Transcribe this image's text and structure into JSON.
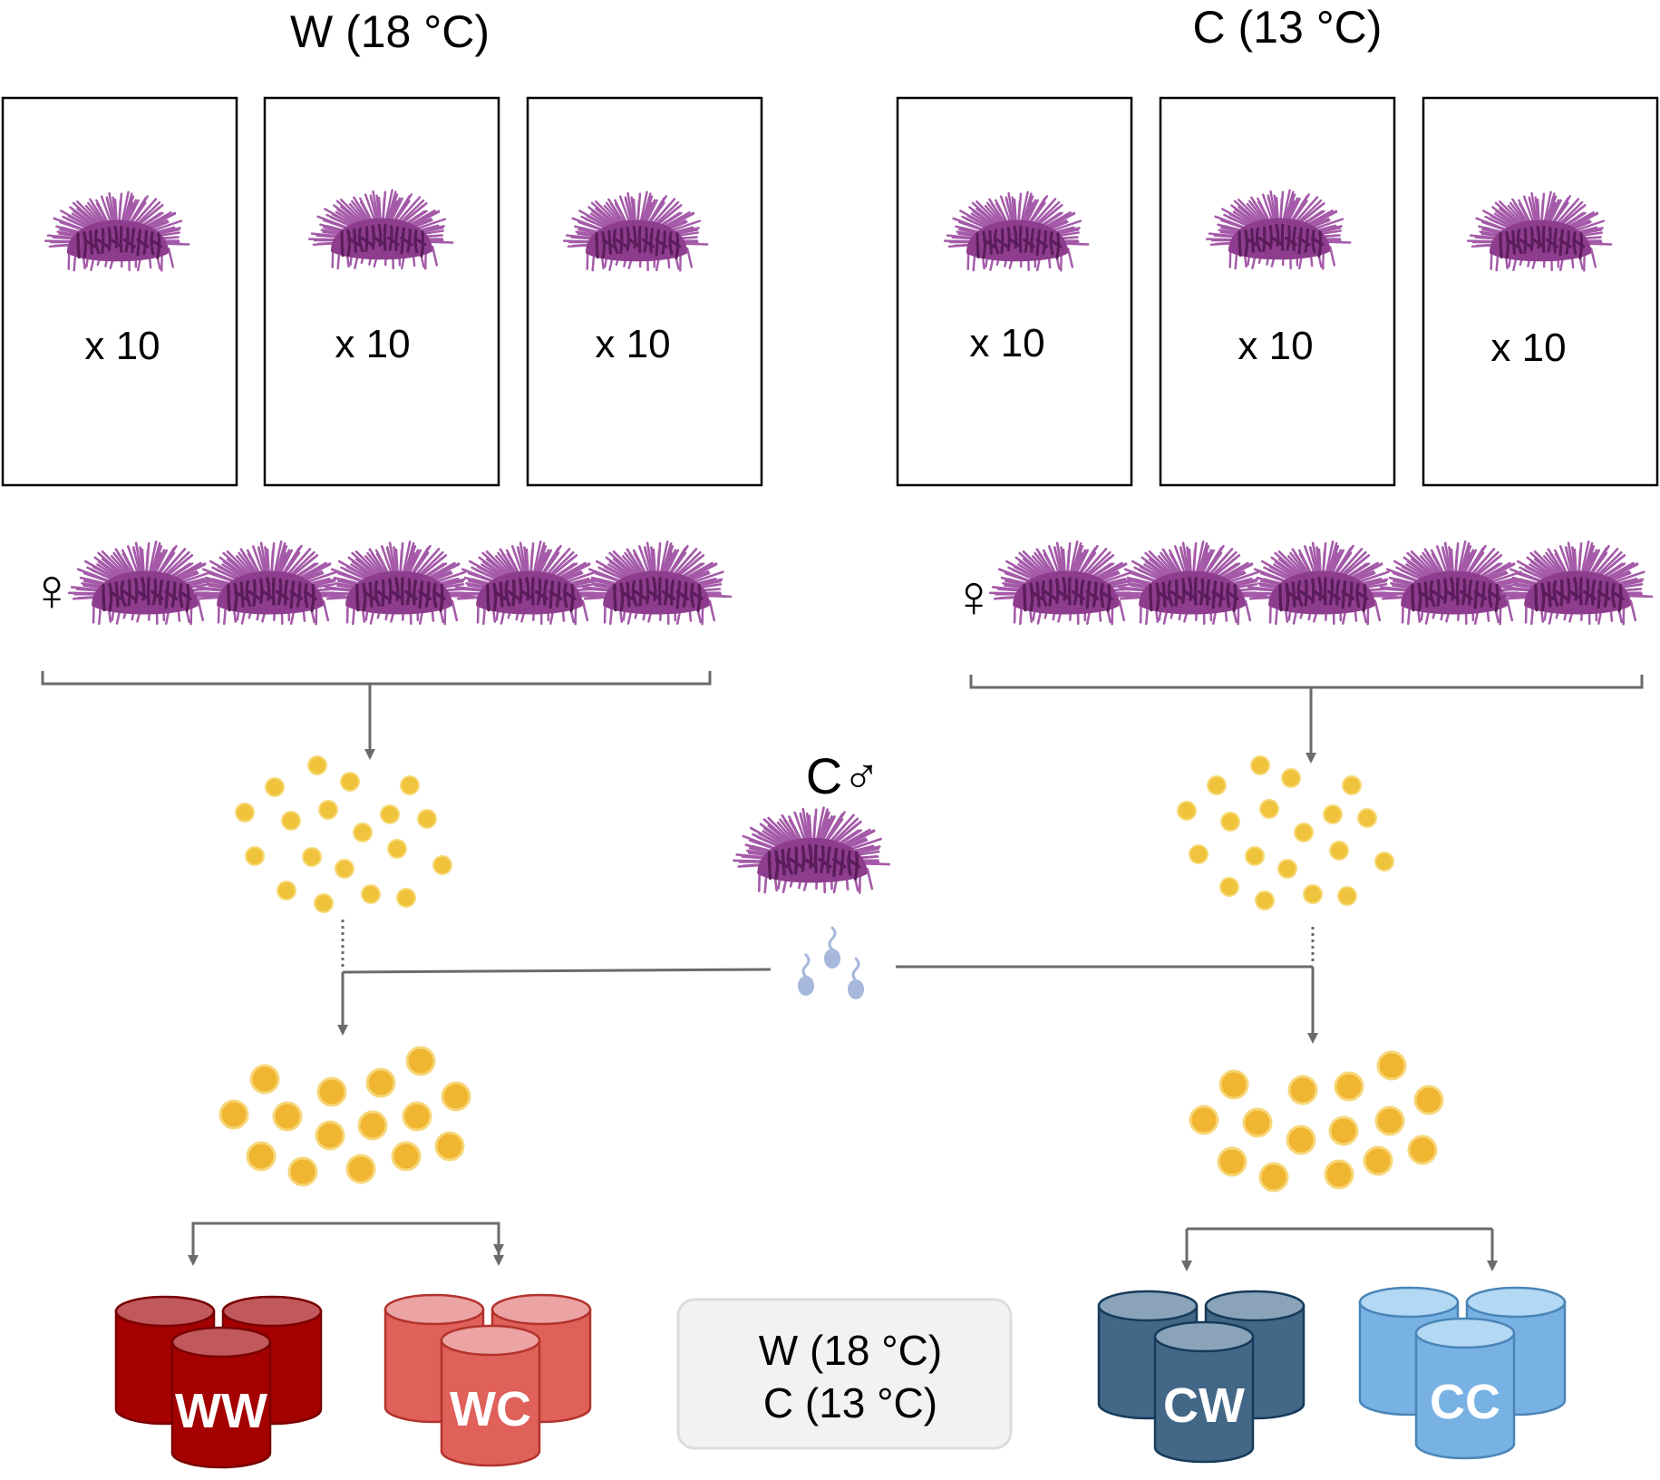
{
  "groups": {
    "warm": {
      "title": "W (18 °C)",
      "counts": [
        "x 10",
        "x 10",
        "x 10"
      ],
      "female_symbol": "♀"
    },
    "cold": {
      "title": "C (13 °C)",
      "counts": [
        "x 10",
        "x 10",
        "x 10"
      ],
      "female_symbol": "♀"
    }
  },
  "male": {
    "label": "C♂"
  },
  "offspring": [
    {
      "label": "WW",
      "color": "#a50000",
      "top_color": "#c0585c"
    },
    {
      "label": "WC",
      "color": "#e0605a",
      "top_color": "#eba3a3"
    },
    {
      "label": "CW",
      "color": "#426787",
      "top_color": "#8aa3b8"
    },
    {
      "label": "CC",
      "color": "#78b2e4",
      "top_color": "#b2d8f4"
    }
  ],
  "legend": {
    "line1": "W (18 °C)",
    "line2": "C (13 °C)"
  },
  "colors": {
    "urchin": "#8e3d8e",
    "urchin_spine": "#a45aa8",
    "urchin_dark": "#5a1d5a",
    "egg_small": "#f0c33c",
    "egg_large": "#f0b531",
    "sperm": "#a6b8db",
    "arrow": "#6b6b6b"
  }
}
